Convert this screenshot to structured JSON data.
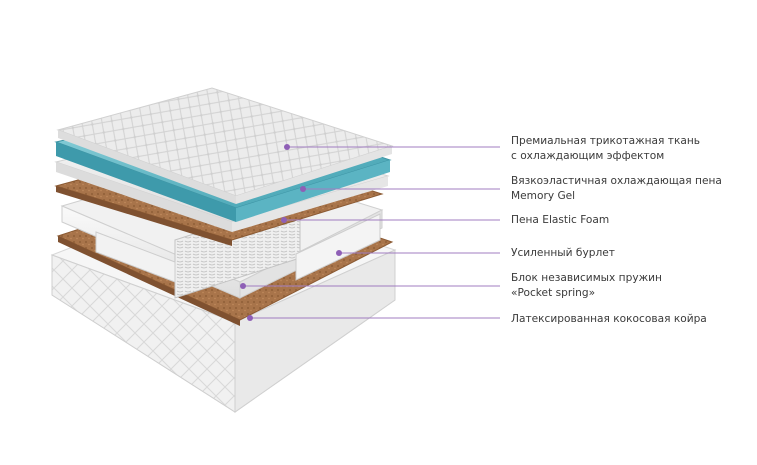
{
  "callouts": [
    {
      "lines": [
        "Премиальная трикотажная ткань",
        "с охлаждающим эффектом"
      ]
    },
    {
      "lines": [
        "Вязкоэластичная охлаждающая пена",
        "Memory Gel"
      ]
    },
    {
      "lines": [
        "Пена Elastic Foam"
      ]
    },
    {
      "lines": [
        "Усиленный бурлет"
      ]
    },
    {
      "lines": [
        "Блок независимых пружин",
        "«Pocket spring»"
      ]
    },
    {
      "lines": [
        "Латексированная кокосовая койра"
      ]
    }
  ],
  "colors": {
    "leader_line": "#a07cc0",
    "leader_dot": "#8e5fb6",
    "coir": "#a8744a",
    "gel": "#5fb8c6",
    "fabric": "#e9e9e9"
  }
}
